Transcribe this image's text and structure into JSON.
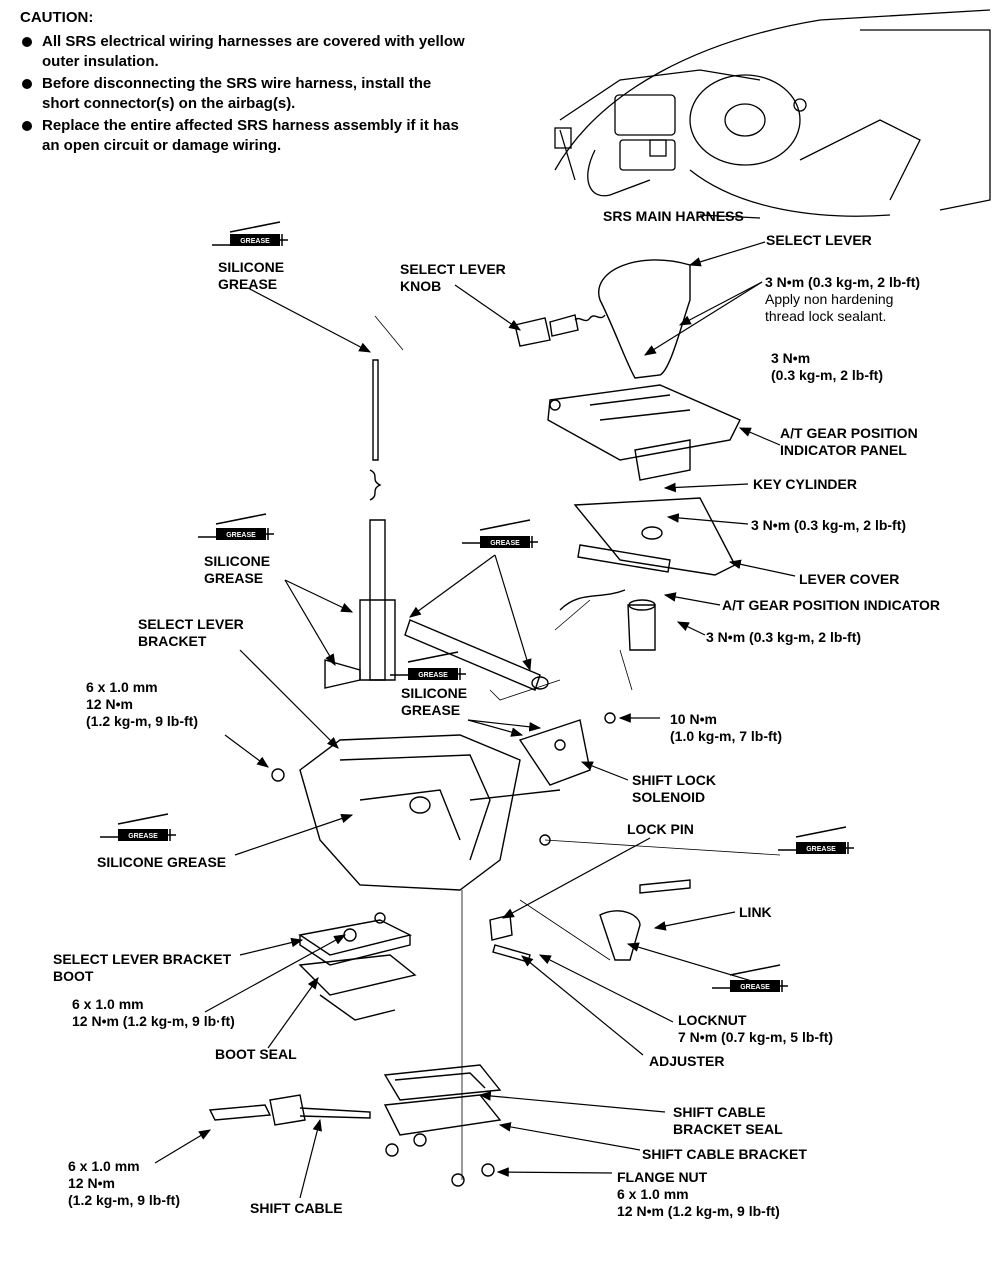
{
  "caution": {
    "heading": "CAUTION:",
    "items": [
      "All SRS electrical wiring harnesses are covered with yellow outer insulation.",
      "Before disconnecting the SRS wire harness, install the short connector(s) on the airbag(s).",
      "Replace the entire affected SRS harness assembly if it has an open circuit or damage wiring."
    ]
  },
  "grease_tag": "GREASE",
  "labels": {
    "srs_main_harness": "SRS MAIN HARNESS",
    "select_lever": "SELECT LEVER",
    "silicone_grease_1": [
      "SILICONE",
      "GREASE"
    ],
    "select_lever_knob": [
      "SELECT LEVER",
      "KNOB"
    ],
    "torque_knob": "3 N•m (0.3 kg-m, 2 lb-ft)",
    "torque_knob_note": [
      "Apply non hardening",
      "thread lock sealant."
    ],
    "torque_panel": [
      "3 N•m",
      "(0.3 kg-m, 2 lb-ft)"
    ],
    "panel": [
      "A/T GEAR POSITION",
      "INDICATOR PANEL"
    ],
    "key_cylinder": "KEY CYLINDER",
    "torque_key": "3 N•m (0.3 kg-m, 2 lb-ft)",
    "silicone_grease_2": [
      "SILICONE",
      "GREASE"
    ],
    "lever_cover": "LEVER COVER",
    "indicator": "A/T GEAR POSITION INDICATOR",
    "torque_indicator": "3 N•m (0.3 kg-m, 2 lb-ft)",
    "bracket": [
      "SELECT LEVER",
      "BRACKET"
    ],
    "bolt_spec_1": [
      "6 x 1.0 mm",
      "12 N•m",
      "(1.2 kg-m, 9 lb-ft)"
    ],
    "silicone_grease_3": [
      "SILICONE",
      "GREASE"
    ],
    "torque_solenoid": [
      "10 N•m",
      "(1.0 kg-m, 7 lb-ft)"
    ],
    "shift_lock_solenoid": [
      "SHIFT LOCK",
      "SOLENOID"
    ],
    "lock_pin": "LOCK PIN",
    "silicone_grease_4": "SILICONE GREASE",
    "link": "LINK",
    "boot": [
      "SELECT LEVER BRACKET",
      "BOOT"
    ],
    "bolt_spec_2": [
      "6 x 1.0 mm",
      "12 N•m (1.2 kg-m, 9 lb·ft)"
    ],
    "locknut": [
      "LOCKNUT",
      "7 N•m (0.7 kg-m, 5 lb-ft)"
    ],
    "boot_seal": "BOOT SEAL",
    "adjuster": "ADJUSTER",
    "cable_bracket_seal": [
      "SHIFT CABLE",
      "BRACKET SEAL"
    ],
    "cable_bracket": "SHIFT CABLE BRACKET",
    "bolt_spec_3": [
      "6 x 1.0 mm",
      "12 N•m",
      "(1.2 kg-m, 9 lb-ft)"
    ],
    "flange_nut": [
      "FLANGE NUT",
      "6 x 1.0 mm",
      "12 N•m (1.2 kg-m, 9 lb-ft)"
    ],
    "shift_cable": "SHIFT CABLE"
  }
}
